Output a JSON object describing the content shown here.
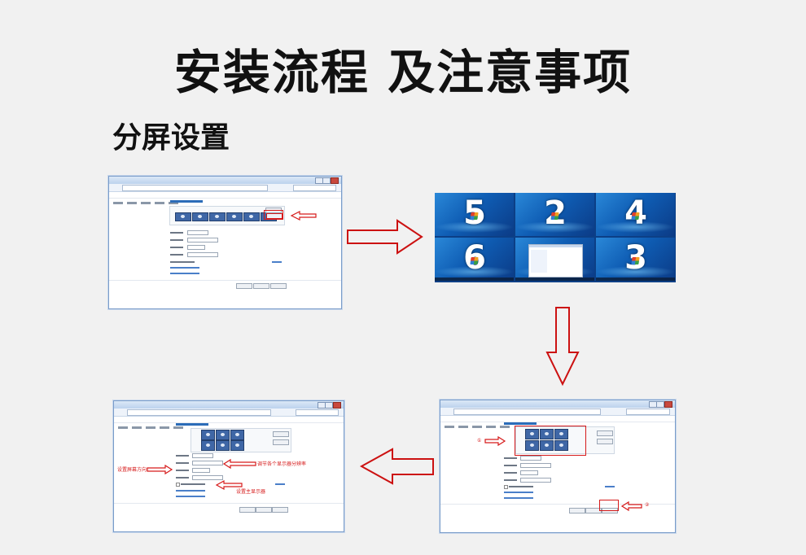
{
  "page": {
    "title": "安装流程 及注意事项",
    "subtitle": "分屏设置"
  },
  "desktop": {
    "tiles": [
      "5",
      "2",
      "4",
      "6",
      "",
      "3"
    ]
  },
  "annotations": {
    "circle_1": "①",
    "circle_2": "②",
    "set_orientation": "设置屏幕方向",
    "adjust_resolution": "调节各个显示器分辨率",
    "set_primary": "设置主显示器"
  },
  "colors": {
    "arrow": "#cc1111",
    "accent": "#2b6cb8"
  }
}
